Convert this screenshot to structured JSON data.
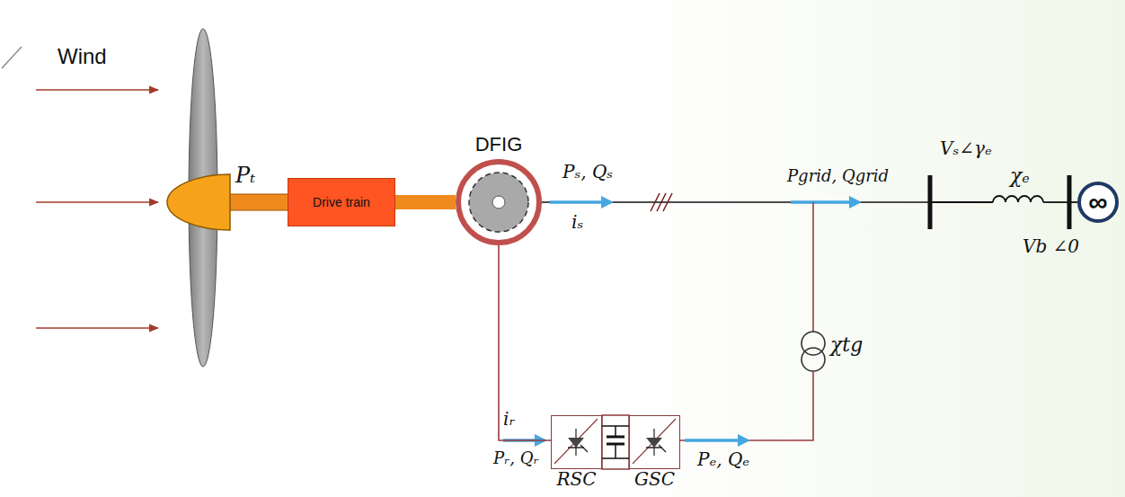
{
  "diagram": {
    "nodes": [
      {
        "text": [
          "Drive train"
        ]
      },
      {
        "text": [
          "DFIG"
        ]
      },
      {
        "text": [
          "RSC"
        ]
      },
      {
        "text": [
          "GSC"
        ]
      },
      {
        "text": [
          "∞"
        ]
      }
    ],
    "edges": [
      {
        "from": 0,
        "to": 1,
        "arrow": "none"
      },
      {
        "from": 1,
        "to": 2,
        "arrow": "none"
      },
      {
        "from": 2,
        "to": 3,
        "arrow": "none"
      }
    ],
    "labels": [
      "Wind",
      "Pₜ",
      "Pₛ, Qₛ",
      "iₛ",
      "Pgrid, Qgrid",
      "Vₛ∠γₑ",
      "χₑ",
      "Vb ∠0",
      "iᵣ",
      "Pᵣ, Qᵣ",
      "Pₑ, Qₑ",
      "χtg"
    ]
  }
}
